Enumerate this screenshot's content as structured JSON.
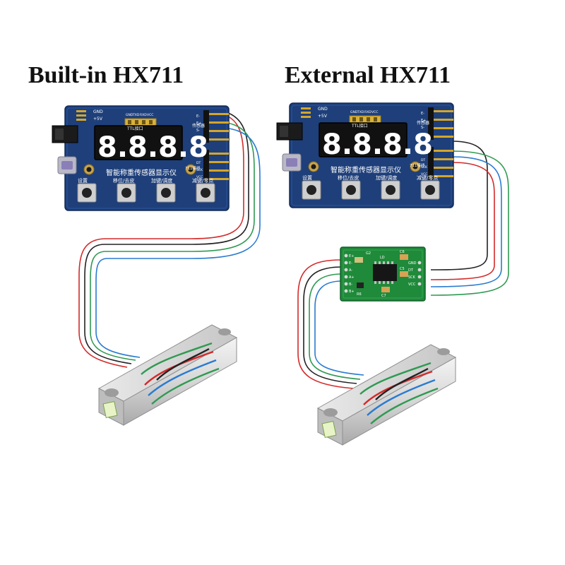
{
  "headings": {
    "left": "Built-in HX711",
    "right": "External HX711"
  },
  "board": {
    "display": "8.8.8.8",
    "title": "智能称重传感器显示仪",
    "ttl_label": "TTL接口",
    "ttl_pins": [
      "GND",
      "TXD",
      "RXD",
      "VCC"
    ],
    "power_pins": [
      "GND",
      "+5V"
    ],
    "sensor_label": "传感器",
    "sensor_pins": [
      "E-",
      "E+",
      "S-",
      "S+"
    ],
    "hx_label": "711接线",
    "hx_pins": [
      "GND",
      "DT",
      "SCK",
      "VCC"
    ],
    "buttons": [
      "设置",
      "移位/去皮",
      "加键/调度",
      "减键/零点"
    ]
  },
  "hx711_module": {
    "left_pins": [
      "E+",
      "E-",
      "A-",
      "A+",
      "B-",
      "B+"
    ],
    "right_pins": [
      "GND",
      "DT",
      "SCK",
      "VCC"
    ],
    "parts": [
      "G2",
      "LD",
      "C6",
      "C5",
      "C7",
      "R6"
    ]
  },
  "colors": {
    "board": "#1e3f7a",
    "module": "#1f8a3a",
    "wire_red": "#d42a2a",
    "wire_green": "#2f9a52",
    "wire_blue": "#2a7bd0",
    "wire_black": "#222222",
    "segment": "#ffffff"
  }
}
